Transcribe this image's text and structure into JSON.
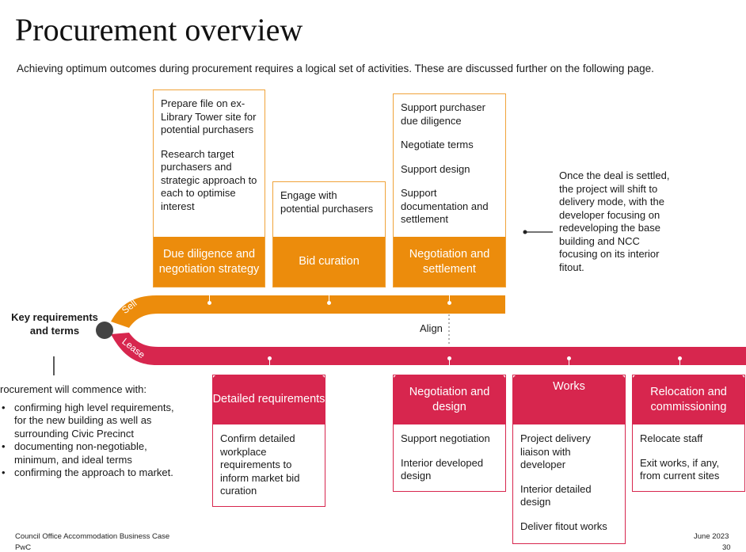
{
  "title": "Procurement overview",
  "intro": "Achieving optimum outcomes during procurement requires a logical set of activities. These are discussed further on the following page.",
  "sell_label": "Sell",
  "lease_label": "Lease",
  "align_label": "Align",
  "key_requirements": "Key requirements and terms",
  "left_note": {
    "lead": "rocurement will commence with:",
    "items": [
      "confirming high level requirements, for the new building as well as surrounding Civic Precinct",
      "documenting non-negotiable, minimum, and ideal terms",
      "confirming the approach to market."
    ]
  },
  "right_note": "Once the deal is settled, the project will shift to delivery mode, with the developer focusing on redeveloping the base building and NCC focusing on its interior fitout.",
  "sell_stages": [
    {
      "heading": "Due diligence and negotiation strategy",
      "items": [
        "Prepare file on ex-Library Tower site for potential purchasers",
        "Research target purchasers and strategic approach to each to optimise interest"
      ]
    },
    {
      "heading": "Bid curation",
      "items": [
        "Engage with potential purchasers"
      ]
    },
    {
      "heading": "Negotiation and settlement",
      "items": [
        "Support purchaser due diligence",
        "Negotiate terms",
        "Support design",
        "Support documentation and settlement"
      ]
    }
  ],
  "lease_stages": [
    {
      "heading": "Detailed requirements",
      "items": [
        "Confirm detailed workplace requirements to inform market bid curation"
      ]
    },
    {
      "heading": "Negotiation and design",
      "items": [
        "Support negotiation",
        "Interior developed design"
      ]
    },
    {
      "heading": "Works",
      "items": [
        "Project delivery liaison with developer",
        "Interior detailed design",
        "Deliver fitout works"
      ]
    },
    {
      "heading": "Relocation and commissioning",
      "items": [
        "Relocate staff",
        "Exit works, if any, from current sites"
      ]
    }
  ],
  "footer": {
    "left": "Council Office Accommodation Business Case",
    "left2": "PwC",
    "right": "June 2023",
    "page": "30"
  },
  "colors": {
    "sell": "#ec8c0c",
    "lease": "#d7264e"
  }
}
